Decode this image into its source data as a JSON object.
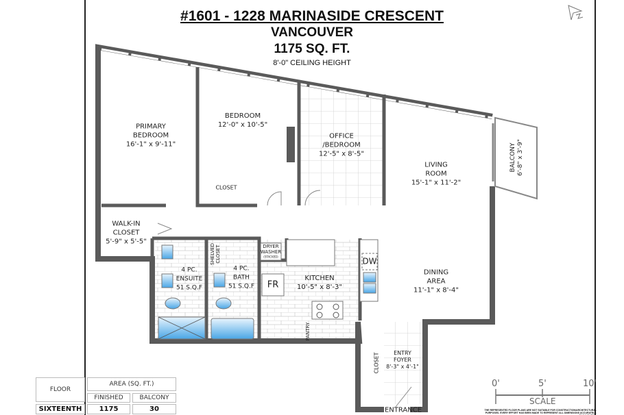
{
  "header": {
    "title": "#1601 - 1228 MARINASIDE CRESCENT",
    "city": "VANCOUVER",
    "area": "1175 SQ. FT.",
    "ceiling": "8'-0\" CEILING HEIGHT"
  },
  "rooms": {
    "primary_bedroom": "PRIMARY\nBEDROOM\n16'-1\" x 9'-11\"",
    "bedroom": "BEDROOM\n12'-0\" x 10'-5\"",
    "office": "OFFICE\n/BEDROOM\n12'-5\" x 8'-5\"",
    "living": "LIVING\nROOM\n15'-1\" x 11'-2\"",
    "balcony": "BALCONY\n6'-8\" x 3'-9\"",
    "walk_in": "WALK-IN\nCLOSET\n5'-9\" x 5'-5\"",
    "ensuite": "4 PC.\nENSUITE\n51 S.Q.F",
    "bath": "4 PC.\nBATH\n51 S.Q.F",
    "shelved_closet": "SHELVED\nCLOSET",
    "dryer_washer": "DRYER\nWASHER",
    "stacked": "(STACKED)",
    "kitchen": "KITCHEN\n10'-5\" x 8'-3\"",
    "fr": "FR",
    "dw": "DW",
    "pantry": "PANTRY",
    "dining": "DINING\nAREA\n11'-1\" x 8'-4\"",
    "entry": "ENTRY\nFOYER\n8'-3\" x 4'-1\"",
    "closet_bedroom": "CLOSET",
    "closet_entry": "CLOSET",
    "entrance": "ENTRANCE"
  },
  "area_table": {
    "floor_header": "FLOOR",
    "area_header": "AREA (SQ. FT.)",
    "finished_header": "FINISHED",
    "balcony_header": "BALCONY",
    "floor": "SIXTEENTH",
    "finished": "1175",
    "balcony": "30"
  },
  "scale": {
    "label": "SCALE",
    "ticks": [
      "0'",
      "5'",
      "10'"
    ]
  },
  "disclaimer": "THE REPRESENTED FLOOR PLANS ARE NOT SUITABLE FOR CONSTRUCTION/ARCHITECTURAL PURPOSES. EVERY EFFORT HAS BEEN MADE TO REPRESENT ALL DIMENSIONS ACCURATELY. E&O INSURED.",
  "north_arrow": "N",
  "colors": {
    "wall": "#5a5a5a",
    "fixture": "#5aaee8",
    "tile": "#c8c8c8"
  }
}
